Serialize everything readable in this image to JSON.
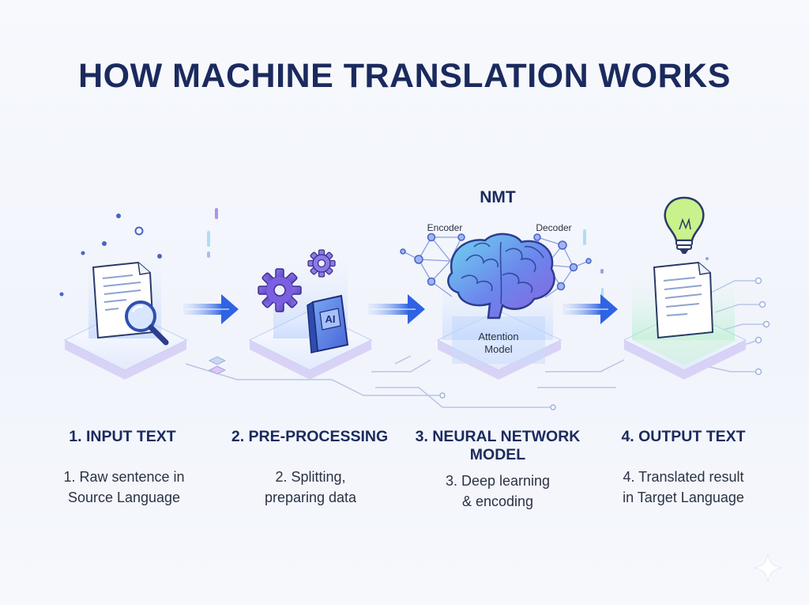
{
  "title": "HOW MACHINE TRANSLATION WORKS",
  "steps": [
    {
      "title": "1. INPUT TEXT",
      "desc": [
        "1. Raw sentence in",
        "Source Language"
      ]
    },
    {
      "title": "2. PRE-PROCESSING",
      "desc": [
        "2. Splitting,",
        "preparing data"
      ]
    },
    {
      "title": "3. NEURAL NETWORK MODEL",
      "desc": [
        "3. Deep learning",
        "& encoding"
      ]
    },
    {
      "title": "4. OUTPUT TEXT",
      "desc": [
        "4. Translated result",
        "in Target Language"
      ]
    }
  ],
  "nmt": {
    "label": "NMT",
    "encoder": "Encoder",
    "decoder": "Decoder",
    "attention": [
      "Attention",
      "Model"
    ]
  },
  "book_label": "AI",
  "colors": {
    "title": "#1b2a5e",
    "accent_blue": "#3b6fe0",
    "accent_purple": "#7a5ce0",
    "output_green": "#bdeecb",
    "bulb": "#c9f28c"
  },
  "icons": [
    "document-icon",
    "magnifier-icon",
    "gear-icon",
    "book-icon",
    "brain-icon",
    "lightbulb-icon",
    "arrow-icon",
    "sparkle-icon"
  ]
}
